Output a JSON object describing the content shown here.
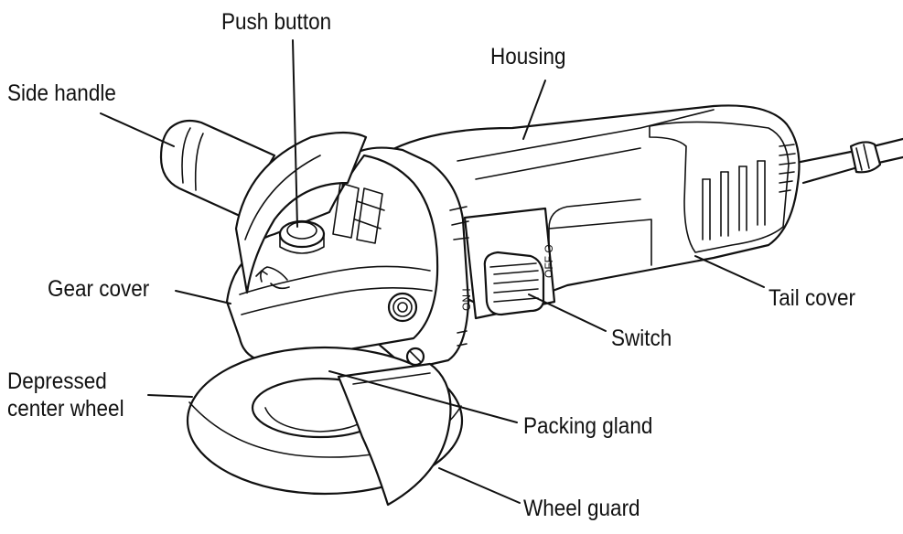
{
  "labels": {
    "push_button": "Push button",
    "housing": "Housing",
    "side_handle": "Side handle",
    "gear_cover": "Gear cover",
    "tail_cover": "Tail cover",
    "switch": "Switch",
    "depressed_line1": "Depressed",
    "depressed_line2": "center wheel",
    "packing_gland": "Packing gland",
    "wheel_guard": "Wheel guard"
  },
  "switch_marks": {
    "on": "ON I",
    "off": "OFF O"
  },
  "colors": {
    "ink": "#111111",
    "background": "#ffffff"
  }
}
